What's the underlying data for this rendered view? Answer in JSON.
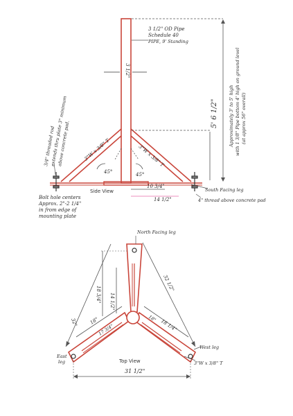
{
  "colors": {
    "steel": "#c9453a",
    "ink": "#2b2b2b",
    "pencil": "#555555",
    "pink": "#e86aa8"
  },
  "side_view": {
    "title": "Side View",
    "notes": {
      "pipe_top": "3 1/2\" OD Pipe",
      "pipe_sub": "Schedule 40",
      "pipe_spec": "PIPE, 9' Standing",
      "pipe_width": "3 1/2\"",
      "height_total": "5' 6 1/2\"",
      "height_note_1": "Approximately 3' to 5' high",
      "height_note_2": "with 1 3/8\" Pipe bottom 4' high on ground level",
      "height_note_3": "(at approx 56\" overall)",
      "left_leg": "3\"W x 3/8\" T",
      "right_leg": "3\"W x 3/8\" T",
      "left_angle": "45°",
      "right_angle": "45°",
      "base_inner": "10 3/4\"",
      "base_outer": "14 1/2\"",
      "bolt_note_1": "3/4\" threaded rod",
      "bolt_note_2": "extends thru plate 3\" minimum",
      "bolt_note_3": "above concrete pad.",
      "bolt_centers_1": "Bolt hole centers",
      "bolt_centers_2": "Approx. 2\"-2 1/4\"",
      "bolt_centers_3": "in from edge of",
      "bolt_centers_4": "mounting plate",
      "south_leg": "South Facing leg",
      "thread_note": "4\" thread above concrete pad"
    }
  },
  "top_view": {
    "title": "Top View",
    "notes": {
      "north_leg": "North Facing leg",
      "east_leg_1": "East",
      "east_leg_2": "leg",
      "west_leg": "West leg",
      "left_vertical": "18 3/4\"",
      "inner_vertical": "14 1/2\"",
      "diag_upper_right": "32 1/2\"",
      "diag_lower_left": "32\"",
      "arm_left_outer": "18\"",
      "arm_left_inner": "17 3/4\"",
      "arm_right_outer": "18 1/4\"",
      "arm_right_inner": "18\"",
      "bar_spec": "3\"W x 3/8\" T",
      "base_width": "31 1/2\""
    }
  }
}
